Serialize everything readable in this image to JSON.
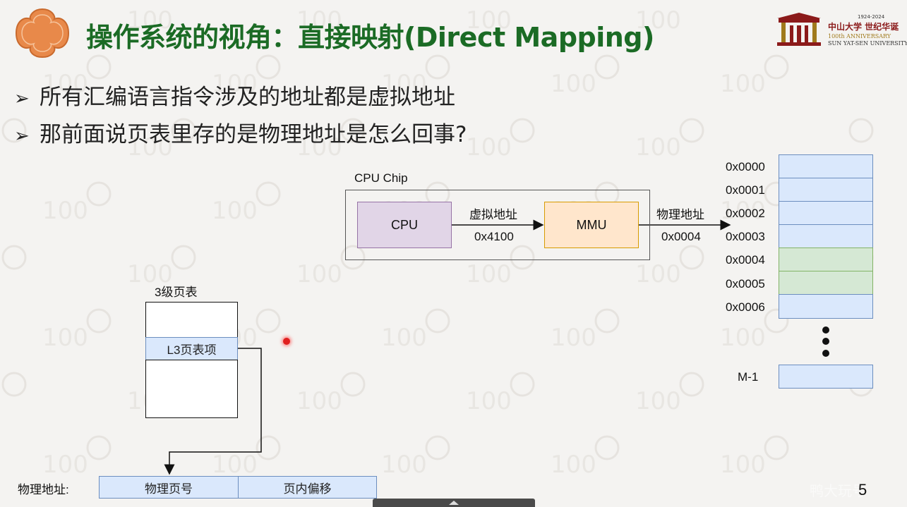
{
  "slide": {
    "title": "操作系统的视角：直接映射(Direct Mapping)",
    "bullets": [
      "所有汇编语言指令涉及的地址都是虚拟地址",
      "那前面说页表里存的是物理地址是怎么回事?"
    ],
    "page_number": "5",
    "overlay_watermark": "鸭大玩号"
  },
  "logo_right": {
    "years": "1924-2024",
    "cn": "中山大学 世纪华诞",
    "anniversary": "100th ANNIVERSARY",
    "university": "SUN YAT-SEN UNIVERSITY"
  },
  "diagram": {
    "chip_label": "CPU Chip",
    "cpu_label": "CPU",
    "mmu_label": "MMU",
    "virtual_addr_label": "虚拟地址",
    "virtual_addr_value": "0x4100",
    "physical_addr_label": "物理地址",
    "physical_addr_value": "0x0004",
    "memory_addresses": [
      "0x0000",
      "0x0001",
      "0x0002",
      "0x0003",
      "0x0004",
      "0x0005",
      "0x0006"
    ],
    "memory_last": "M-1",
    "highlighted_rows": [
      "0x0004",
      "0x0005"
    ],
    "page_table_title": "3级页表",
    "page_table_entry": "L3页表项",
    "phys_addr_prefix": "物理地址:",
    "phys_page_number": "物理页号",
    "page_offset": "页内偏移"
  },
  "colors": {
    "title_green": "#1b6b25",
    "cpu_fill": "#e1d5e7",
    "mmu_fill": "#ffe6cc",
    "mem_fill": "#dae8fc",
    "mem_highlight": "#d5e8d4"
  }
}
